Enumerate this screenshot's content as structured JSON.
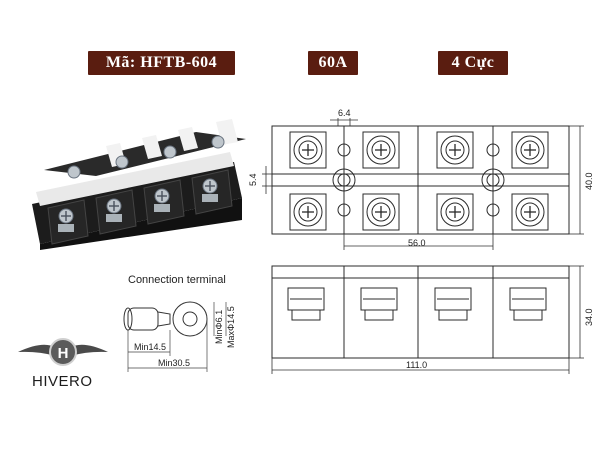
{
  "header": {
    "model_code": "Mã: HFTB-604",
    "current_rating": "60A",
    "pole_count": "4 Cực"
  },
  "top_view": {
    "pitch_dim": "6.4",
    "hole_dim": "5.4",
    "height_dim": "40.0",
    "spacing_dim": "56.0"
  },
  "side_view": {
    "height_dim": "34.0",
    "length_dim": "111.0"
  },
  "terminal": {
    "title": "Connection terminal",
    "min_inner_dia": "MinΦ6.1",
    "max_outer_dia": "MaxΦ14.5",
    "min_length": "Min14.5",
    "min_total_length": "Min30.5"
  },
  "brand": {
    "letter": "H",
    "name": "HIVERO"
  },
  "icons": {
    "screw": "screw-icon",
    "logo": "hivero-logo-icon"
  }
}
